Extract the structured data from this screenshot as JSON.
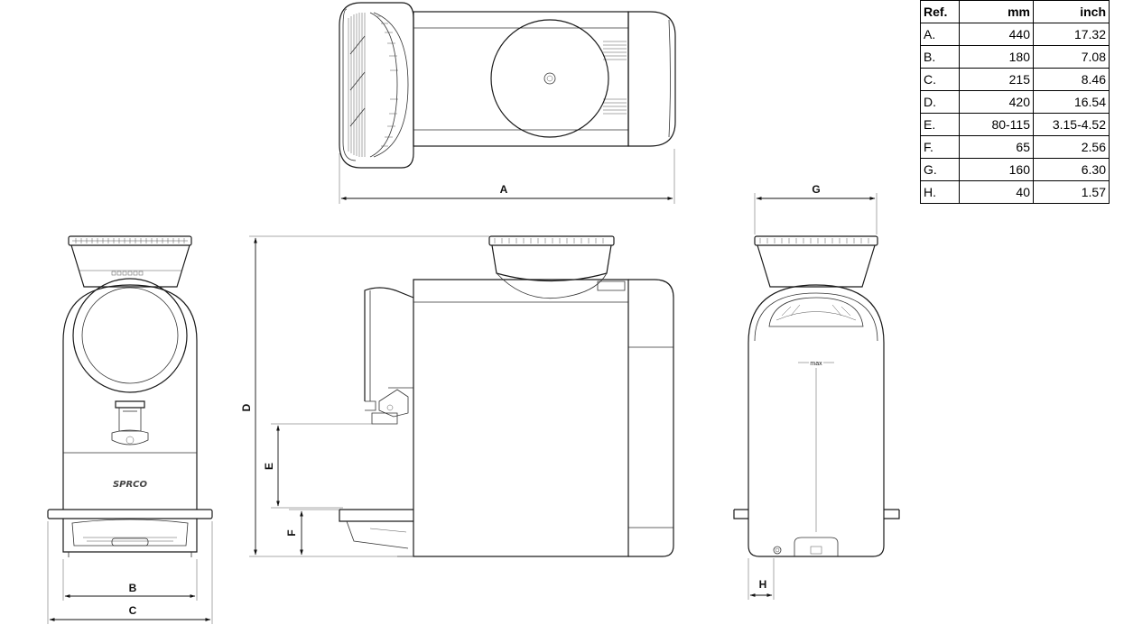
{
  "table": {
    "headers": {
      "ref": "Ref.",
      "mm": "mm",
      "inch": "inch"
    },
    "rows": [
      {
        "ref": "A.",
        "mm": "440",
        "inch": "17.32"
      },
      {
        "ref": "B.",
        "mm": "180",
        "inch": "7.08"
      },
      {
        "ref": "C.",
        "mm": "215",
        "inch": "8.46"
      },
      {
        "ref": "D.",
        "mm": "420",
        "inch": "16.54"
      },
      {
        "ref": "E.",
        "mm": "80-115",
        "inch": "3.15-4.52"
      },
      {
        "ref": "F.",
        "mm": "65",
        "inch": "2.56"
      },
      {
        "ref": "G.",
        "mm": "160",
        "inch": "6.30"
      },
      {
        "ref": "H.",
        "mm": "40",
        "inch": "1.57"
      }
    ]
  },
  "dimensions": {
    "A": "A",
    "B": "B",
    "C": "C",
    "D": "D",
    "E": "E",
    "F": "F",
    "G": "G",
    "H": "H"
  },
  "labels": {
    "max_mark": "max",
    "brand_logo": "SPRCO"
  }
}
